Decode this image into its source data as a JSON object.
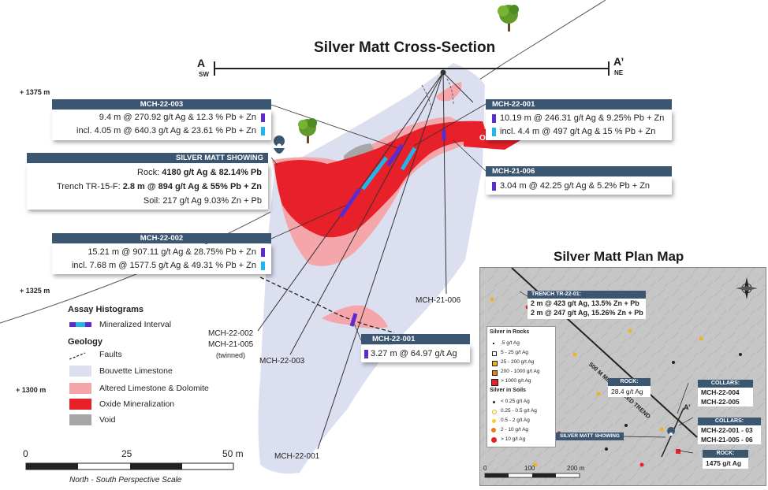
{
  "title": "Silver Matt Cross-Section",
  "section": {
    "a_label": "A",
    "a_dir": "SW",
    "b_label": "A’",
    "b_dir": "NE"
  },
  "elevations": {
    "e1375": "+ 1375 m",
    "e1325": "+ 1325 m",
    "e1300": "+ 1300 m"
  },
  "open_label": "OPEN",
  "holes": {
    "mch22003": {
      "name": "MCH-22-003",
      "line1": "9.4 m @ 270.92 g/t Ag & 12.3 % Pb + Zn",
      "line2": "incl. 4.05 m @ 640.3 g/t Ag & 23.61 % Pb + Zn"
    },
    "mch22001a": {
      "name": "MCH-22-001",
      "line1": "10.19 m @ 246.31 g/t Ag & 9.25% Pb + Zn",
      "line2": "incl. 4.4 m @ 497 g/t Ag & 15 % Pb + Zn"
    },
    "mch21006": {
      "name": "MCH-21-006",
      "line1": "3.04 m @ 42.25 g/t Ag & 5.2% Pb + Zn"
    },
    "showing": {
      "name": "SILVER MATT SHOWING",
      "rock_label": "Rock:",
      "rock_value": "4180 g/t Ag & 82.14% Pb",
      "trench_label": "Trench TR-15-F:",
      "trench_value": "2.8 m @ 894 g/t Ag & 55% Pb + Zn",
      "soil": "Soil: 217 g/t Ag 9.03% Zn + Pb"
    },
    "mch22002": {
      "name": "MCH-22-002",
      "line1": "15.21 m @ 907.11 g/t Ag & 28.75% Pb + Zn",
      "line2": "incl. 7.68 m @ 1577.5 g/t Ag & 49.31 % Pb + Zn"
    },
    "mch22001b": {
      "name": "MCH-22-001",
      "line1": "3.27 m @ 64.97 g/t Ag"
    }
  },
  "trace_labels": {
    "mch21006": "MCH-21-006",
    "mch22002": "MCH-22-002",
    "mch21005": "MCH-21-005",
    "twinned": "(twinned)",
    "mch22003": "MCH-22-003",
    "mch22001": "MCH-22-001"
  },
  "legend": {
    "assay_title": "Assay Histograms",
    "mineralized": "Mineralized Interval",
    "geology_title": "Geology",
    "faults": "Faults",
    "bouvette": "Bouvette Limestone",
    "altered": "Altered Limestone & Dolomite",
    "oxide": "Oxide Mineralization",
    "void": "Void"
  },
  "scale": {
    "t0": "0",
    "t25": "25",
    "t50": "50 m",
    "caption": "North - South Perspective Scale"
  },
  "plan_map": {
    "title": "Silver Matt Plan Map",
    "trench_header": "TRENCH TR-22-01:",
    "trench_line1": "2 m @ 423 g/t Ag, 13.5% Zn + Pb",
    "trench_line2": "2 m @ 247 g/t Ag, 15.26% Zn + Pb",
    "trend": "500 M MINERALIZED TREND",
    "legend_rocks_title": "Silver in Rocks",
    "rocks": [
      ".5 g/t Ag",
      "5 - 25 g/t Ag",
      "25 - 200 g/t Ag",
      "200 - 1000 g/t Ag",
      "> 1000 g/t Ag"
    ],
    "legend_soils_title": "Silver in Soils",
    "soils": [
      "< 0.25 g/t Ag",
      "0.25 - 0.5 g/t Ag",
      "0.5 - 2 g/t Ag",
      "2 - 10 g/t Ag",
      "> 10 g/t Ag"
    ],
    "rock1_header": "ROCK:",
    "rock1_value": "28.4 g/t Ag",
    "collars1_header": "COLLARS:",
    "collars1_line1": "MCH-22-004",
    "collars1_line2": "MCH-22-005",
    "collars2_header": "COLLARS:",
    "collars2_line1": "MCH-22-001 - 03",
    "collars2_line2": "MCH-21-005 - 06",
    "showing_label": "SILVER MATT SHOWING",
    "rock2_header": "ROCK:",
    "rock2_value": "1475 g/t Ag",
    "section_label": "A’",
    "scale_ticks": [
      "0",
      "100",
      "200 m"
    ]
  },
  "colors": {
    "header": "#3b5670",
    "oxide": "#e8202a",
    "altered": "#f4a6aa",
    "bouvette": "#dcdff0",
    "void": "#a6a6a6",
    "purple": "#5b2bd0",
    "cyan": "#21b5e8"
  }
}
